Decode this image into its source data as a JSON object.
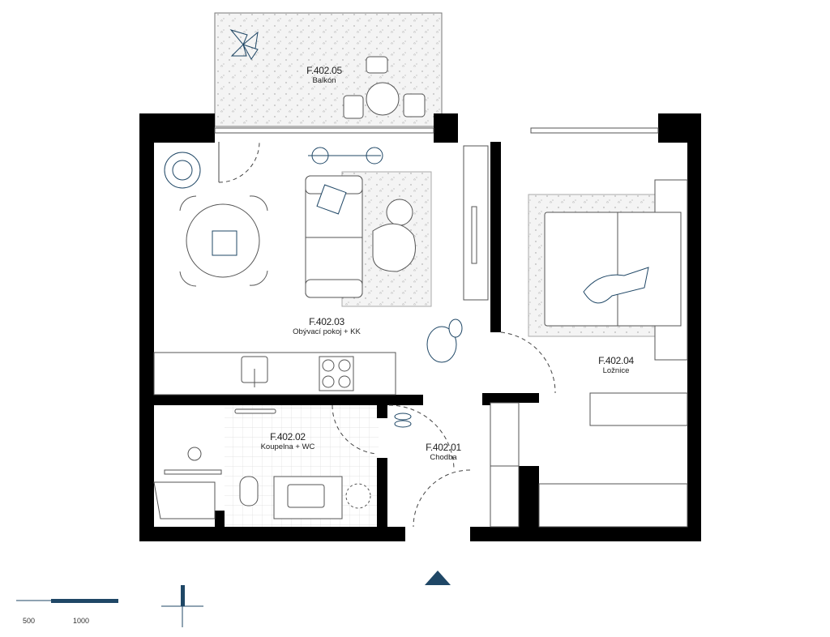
{
  "rooms": [
    {
      "code": "F.402.05",
      "name": "Balkón"
    },
    {
      "code": "F.402.03",
      "name": "Obývací pokoj + KK"
    },
    {
      "code": "F.402.02",
      "name": "Koupelna + WC"
    },
    {
      "code": "F.402.01",
      "name": "Chodba"
    },
    {
      "code": "F.402.04",
      "name": "Ložnice"
    }
  ],
  "scale_bar": {
    "labels": [
      "500",
      "1000"
    ]
  },
  "colors": {
    "wall": "#000000",
    "accent": "#1f4766",
    "line": "#555555"
  }
}
